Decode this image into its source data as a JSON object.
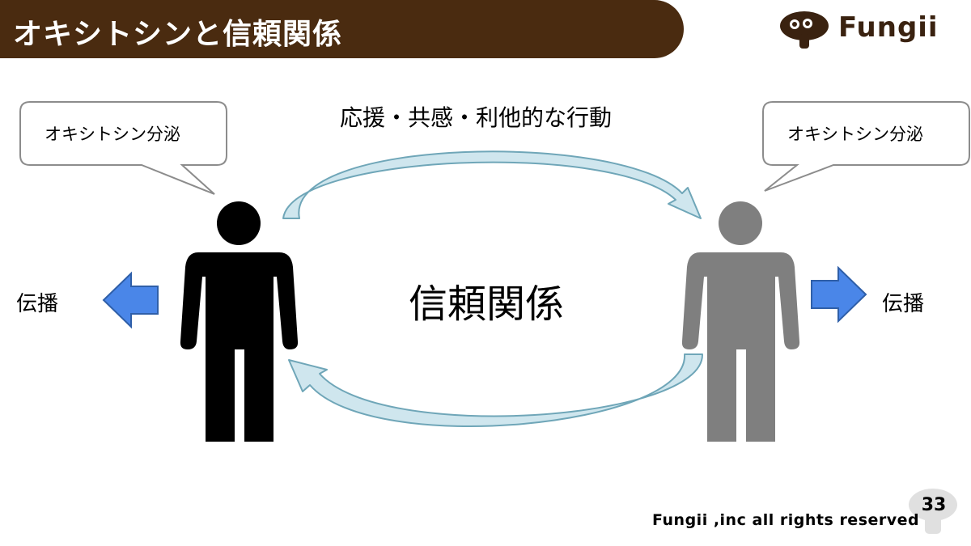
{
  "slide": {
    "title": "オキシトシンと信頼関係",
    "brand": "Fungii",
    "top_label": "応援・共感・利他的な行動",
    "center_label": "信頼関係",
    "left_bubble": "オキシトシン分泌",
    "right_bubble": "オキシトシン分泌",
    "left_side_label": "伝播",
    "right_side_label": "伝播",
    "footer": "Fungii ,inc all rights reserved",
    "page_number": "33"
  },
  "colors": {
    "title_bar": "#4a2b10",
    "left_person": "#000000",
    "right_person": "#7f7f7f",
    "cycle_arrow_fill": "#cfe6ee",
    "cycle_arrow_stroke": "#6fa6b8",
    "spread_arrow": "#4a86e8"
  },
  "icons": [
    "person-icon",
    "mushroom-icon",
    "arrow-left-icon",
    "arrow-right-icon"
  ]
}
